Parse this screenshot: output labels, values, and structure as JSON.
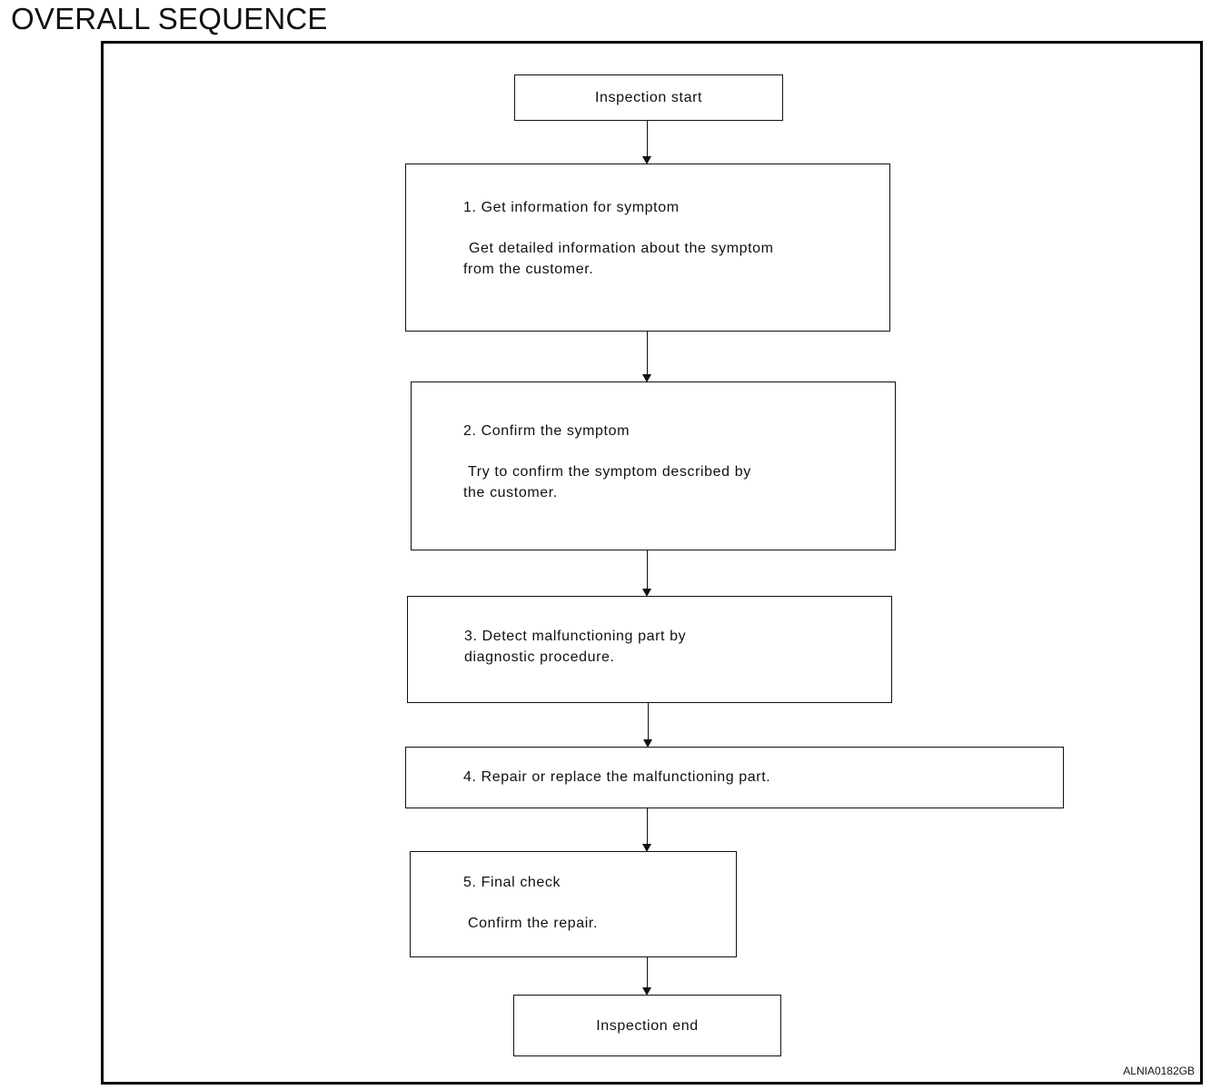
{
  "title": "OVERALL SEQUENCE",
  "steps": {
    "start": "Inspection start",
    "s1_title": "1. Get information for symptom",
    "s1_desc_1": "Get detailed information about the symptom",
    "s1_desc_2": "from the customer.",
    "s2_title": "2. Confirm the symptom",
    "s2_desc_1": "Try to confirm the symptom described by",
    "s2_desc_2": "the customer.",
    "s3_line_1": "3. Detect malfunctioning part by",
    "s3_line_2": "diagnostic procedure.",
    "s4_title": "4. Repair or replace the malfunctioning part.",
    "s5_title": "5. Final check",
    "s5_desc": "Confirm the repair.",
    "end": "Inspection end"
  },
  "figure_code": "ALNIA0182GB"
}
